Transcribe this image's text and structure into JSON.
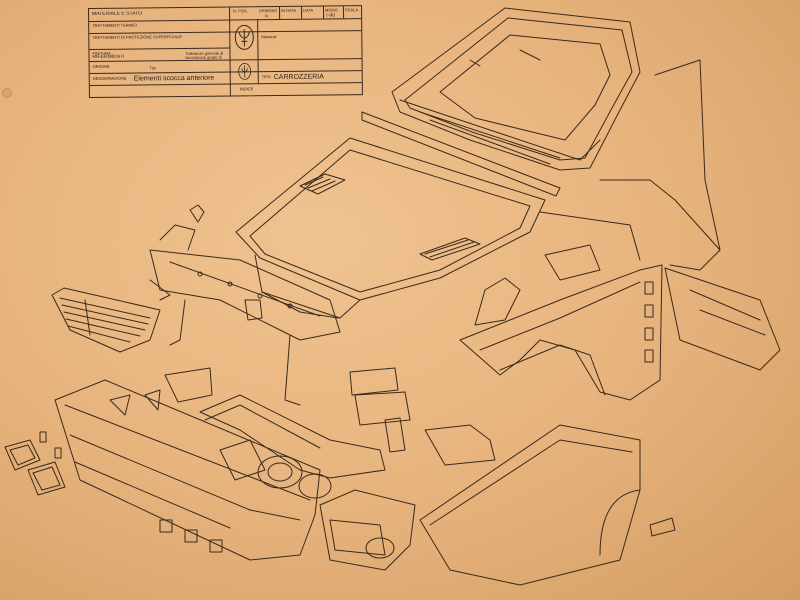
{
  "title_block": {
    "materiale": "MATERIALE E STATO",
    "pos": "N. POS.",
    "disegno": "DISEGNO",
    "in_data": "IN DATA",
    "data_label": "DATA",
    "revisione": "MODIF.",
    "scala": "SCALA",
    "disegno_val": "5",
    "data_val": "7-90",
    "trattamenti": "TRATTAMENTI TERMICI",
    "protezione": "TRATTAMENTI DI PROTEZIONE SUPERFICIALE",
    "finitura": "FINITURA",
    "riferimenti": "RIFERIMENTI",
    "tolleranze": "Tolleranze generali di lavorazione grado di",
    "origine": "ORIGINE",
    "origine_val": "Tipi",
    "denominazione_label": "DENOMINAZIONE",
    "denominazione": "Elementi scocca anteriore",
    "company": "Maserati",
    "tipo_label": "TIPO",
    "tipo": "CARROZZERIA",
    "indice": "INDICE"
  },
  "colors": {
    "paper": "#e9b47f",
    "ink": "#3a2a1c"
  }
}
